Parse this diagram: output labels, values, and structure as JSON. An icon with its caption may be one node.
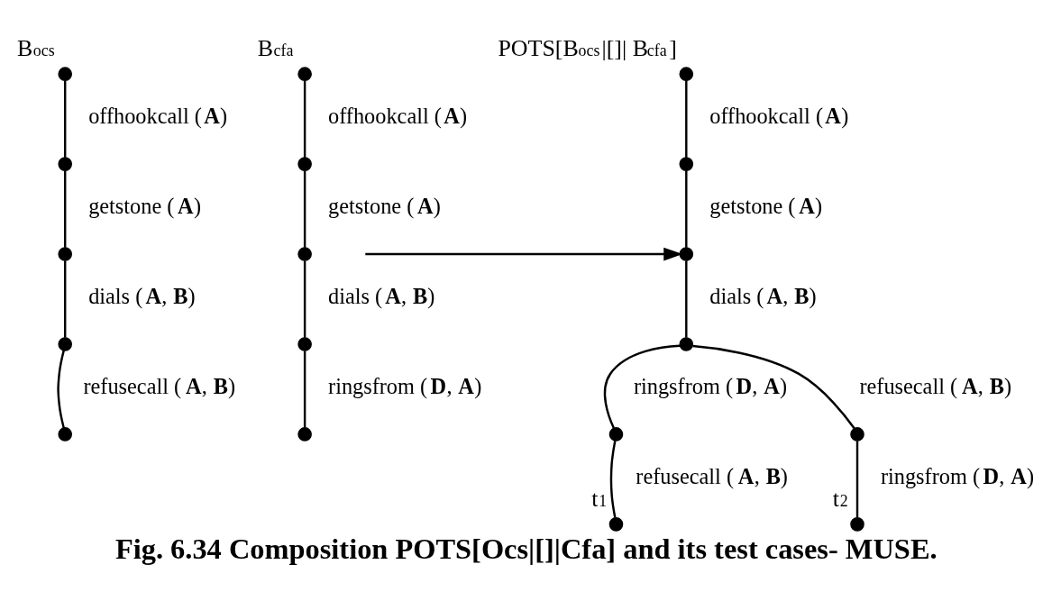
{
  "diagram": {
    "caption": "Fig. 6.34 Composition POTS[Ocs|[]|Cfa] and its test cases- MUSE.",
    "nodes": [
      {
        "text": [],
        "shape": "circle",
        "beside": [
          "B$_{ocs}$"
        ]
      },
      {
        "text": [],
        "shape": "circle"
      },
      {
        "text": [],
        "shape": "circle"
      },
      {
        "text": [],
        "shape": "circle"
      },
      {
        "text": [],
        "shape": "circle"
      },
      {
        "text": [],
        "shape": "circle",
        "beside": [
          "B$_{cfa}$"
        ]
      },
      {
        "text": [],
        "shape": "circle"
      },
      {
        "text": [],
        "shape": "circle"
      },
      {
        "text": [],
        "shape": "circle"
      },
      {
        "text": [],
        "shape": "circle"
      },
      {
        "text": [],
        "shape": "circle",
        "beside": [
          "POTS[B$_{ocs}$|[]| B$_{cfa}$]"
        ]
      },
      {
        "text": [],
        "shape": "circle"
      },
      {
        "text": [],
        "shape": "circle"
      },
      {
        "text": [],
        "shape": "circle"
      },
      {
        "text": [],
        "shape": "circle"
      },
      {
        "text": [],
        "shape": "circle"
      },
      {
        "text": [],
        "shape": "circle",
        "beside": [
          "t$_{1}$"
        ]
      },
      {
        "text": [],
        "shape": "circle",
        "beside": [
          "t$_{2}$"
        ]
      }
    ],
    "edges": [
      {
        "from": 0,
        "to": 1,
        "arrow": "none",
        "label": "offhookcall (**A**)"
      },
      {
        "from": 1,
        "to": 2,
        "arrow": "none",
        "label": "getstone (**A**)"
      },
      {
        "from": 2,
        "to": 3,
        "arrow": "none",
        "label": "dials (**A**, **B**)"
      },
      {
        "from": 3,
        "to": 4,
        "arrow": "none",
        "label": "refusecall (**A**, **B**)"
      },
      {
        "from": 5,
        "to": 6,
        "arrow": "none",
        "label": "offhookcall (**A**)"
      },
      {
        "from": 6,
        "to": 7,
        "arrow": "none",
        "label": "getstone (**A**)"
      },
      {
        "from": 7,
        "to": 8,
        "arrow": "none",
        "label": "dials (**A**, **B**)"
      },
      {
        "from": 8,
        "to": 9,
        "arrow": "none",
        "label": "ringsfrom (**D**, **A**)"
      },
      {
        "from": null,
        "to": 12,
        "arrow": "to"
      },
      {
        "from": 10,
        "to": 11,
        "arrow": "none",
        "label": "offhookcall (**A**)"
      },
      {
        "from": 11,
        "to": 12,
        "arrow": "none",
        "label": "getstone (**A**)"
      },
      {
        "from": 12,
        "to": 13,
        "arrow": "none",
        "label": "dials (**A**, **B**)"
      },
      {
        "from": 13,
        "to": 14,
        "arrow": "none",
        "label": "ringsfrom (**D**, **A**)"
      },
      {
        "from": 13,
        "to": 15,
        "arrow": "none",
        "label": "refusecall (**A**, **B**)"
      },
      {
        "from": 14,
        "to": 16,
        "arrow": "none",
        "label": "refusecall (**A**, **B**)"
      },
      {
        "from": 15,
        "to": 17,
        "arrow": "none",
        "label": "ringsfrom (**D**, **A**)"
      }
    ]
  }
}
